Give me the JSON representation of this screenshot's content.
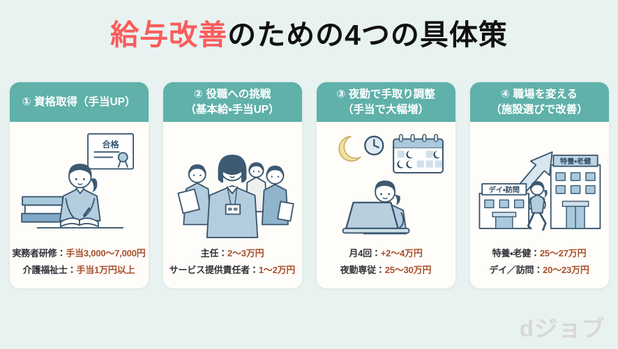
{
  "title": {
    "highlight": "給与改善",
    "rest": "のための4つの具体策"
  },
  "colors": {
    "background": "#e8f3f1",
    "title_highlight": "#fa5c5c",
    "title_text": "#111111",
    "card_header_bg": "#5fb1aa",
    "card_header_text": "#ffffff",
    "card_body_bg": "#fffdf9",
    "stat_label": "#32323a",
    "stat_value": "#a8502c",
    "logo_gray": "#d9d8d1"
  },
  "cards": [
    {
      "id": "qualification",
      "header_line1": "① 資格取得（手当UP）",
      "header_line2": "",
      "illustration": "woman-studying-with-certificate",
      "labels": {
        "certificate": "合格"
      },
      "stats": [
        {
          "label": "実務者研修：",
          "value": "手当3,000〜7,000円"
        },
        {
          "label": "介護福祉士：",
          "value": "手当1万円以上"
        }
      ]
    },
    {
      "id": "promotion",
      "header_line1": "② 役職への挑戦",
      "header_line2": "（基本給・手当UP）",
      "illustration": "care-team-with-leader-badge",
      "labels": {},
      "stats": [
        {
          "label": "主任：",
          "value": "2〜3万円"
        },
        {
          "label": "サービス提供責任者：",
          "value": "1〜2万円"
        }
      ]
    },
    {
      "id": "night-shift",
      "header_line1": "③ 夜勤で手取り調整",
      "header_line2": "（手当で大幅増）",
      "illustration": "woman-laptop-moon-clock-calendar",
      "labels": {},
      "stats": [
        {
          "label": "月4回：",
          "value": "+2〜4万円"
        },
        {
          "label": "夜勤専従：",
          "value": "25〜30万円"
        }
      ]
    },
    {
      "id": "change-workplace",
      "header_line1": "④ 職場を変える",
      "header_line2": "（施設選びで改善）",
      "illustration": "walking-to-bigger-facility-with-arrow",
      "labels": {
        "small_building": "デイ・訪問",
        "big_building": "特養・老健"
      },
      "stats": [
        {
          "label": "特養・老健：",
          "value": "25〜27万円"
        },
        {
          "label": "デイ／訪問：",
          "value": "20〜23万円"
        }
      ]
    }
  ],
  "footer": {
    "logo": "dジョブ"
  }
}
